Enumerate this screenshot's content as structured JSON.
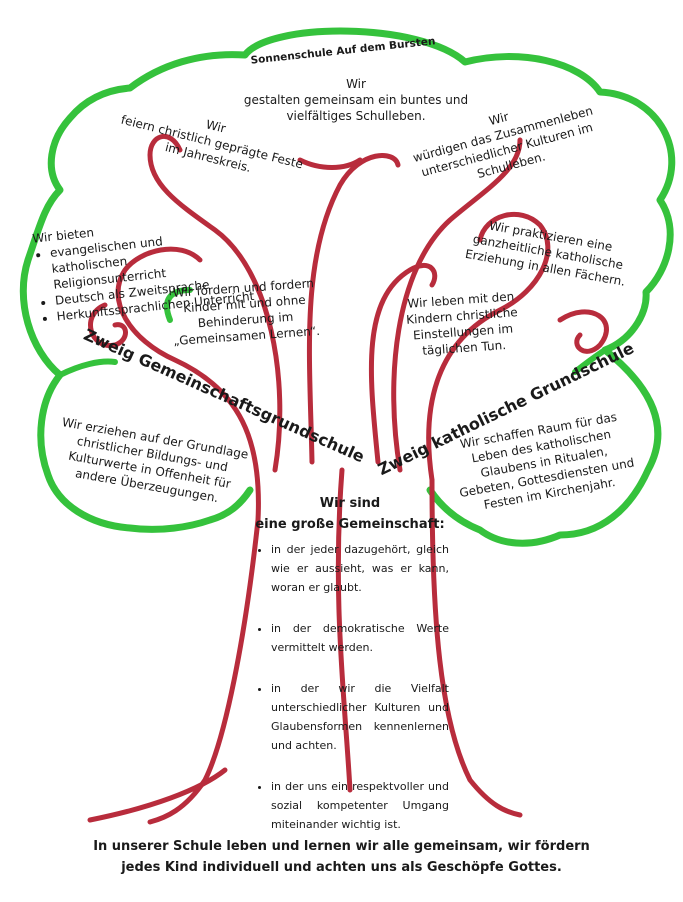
{
  "school_name": "Sonnenschule Auf dem Bursten",
  "top_center": [
    "Wir",
    "gestalten gemeinsam ein buntes und",
    "vielfältiges Schulleben."
  ],
  "upper_left": [
    "Wir",
    "feiern christlich geprägte Feste",
    "im Jahreskreis."
  ],
  "upper_right": [
    "Wir",
    "würdigen das Zusammenleben",
    "unterschiedlicher Kulturen im",
    "Schulleben."
  ],
  "left_offer": {
    "intro": "Wir bieten",
    "items": [
      "evangelischen und katholischen Religionsunterricht",
      "Deutsch als Zweitsprache",
      "Herkunftssprachlichen Unterricht"
    ]
  },
  "inclusion": [
    "Wir fördern und fordern",
    "Kinder mit und ohne",
    "Behinderung im",
    "„Gemeinsamen Lernen“."
  ],
  "holistic": [
    "Wir praktizieren eine",
    "ganzheitliche katholische",
    "Erziehung in allen Fächern."
  ],
  "values": [
    "Wir leben mit den",
    "Kindern christliche",
    "Einstellungen im",
    "täglichen Tun."
  ],
  "branch_left": "Zweig Gemeinschaftsgrundschule",
  "branch_right": "Zweig katholische Grundschule",
  "left_lower": [
    "Wir erziehen auf der Grundlage",
    "christlicher Bildungs- und",
    "Kulturwerte in Offenheit für",
    "andere Überzeugungen."
  ],
  "right_lower": [
    "Wir schaffen Raum für das",
    "Leben des katholischen",
    "Glaubens in Ritualen,",
    "Gebeten, Gottesdiensten und",
    "Festen im Kirchenjahr."
  ],
  "community": {
    "heading": [
      "Wir sind",
      "eine große Gemeinschaft:"
    ],
    "items": [
      "in der jeder dazugehört, gleich wie er aussieht, was er kann, woran er glaubt.",
      "in der demokratische Werte vermittelt werden.",
      "in der wir die Vielfalt unterschiedlicher Kulturen und Glaubensformen kennenlernen und achten.",
      "in der uns ein respektvoller und sozial kompetenter Umgang miteinander wichtig ist."
    ]
  },
  "footer": [
    "In unserer Schule leben und lernen wir alle gemeinsam, wir fördern",
    "jedes Kind individuell und achten uns als Geschöpfe Gottes."
  ],
  "colors": {
    "crown": "#35c23c",
    "trunk": "#b82c3c",
    "text": "#1a1a1a"
  }
}
